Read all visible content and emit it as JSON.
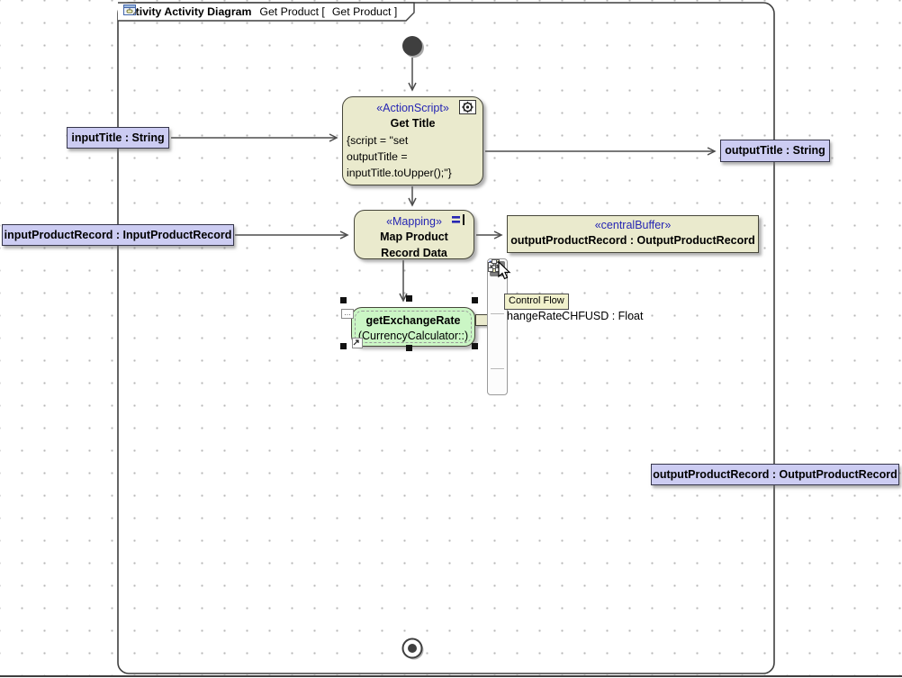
{
  "frame": {
    "kind_label": "activity Activity Diagram",
    "name_part": "Get Product [",
    "ref_part": "Get Product ]",
    "header_icon": "activity-diagram-icon"
  },
  "nodes": {
    "initial": {
      "name": "initial-node"
    },
    "final": {
      "name": "activity-final-node"
    },
    "get_title": {
      "stereotype": "«ActionScript»",
      "name": "Get Title",
      "script": "{script = \"set\noutputTitle =\ninputTitle.toUpper();\"}",
      "corner_icon": "gear-icon"
    },
    "map_product": {
      "stereotype": "«Mapping»",
      "name": "Map Product\nRecord Data",
      "corner_icon": "mapping-icon"
    },
    "central_buffer": {
      "stereotype": "«centralBuffer»",
      "name": "outputProductRecord : OutputProductRecord"
    },
    "get_exchange_rate": {
      "name": "getExchangeRate",
      "qualifier": "(CurrencyCalculator::)",
      "selected": true
    },
    "input_title": {
      "label": "inputTitle : String"
    },
    "output_title": {
      "label": "outputTitle : String"
    },
    "input_product_record": {
      "label": "inputProductRecord : InputProductRecord"
    },
    "output_product_record": {
      "label": "outputProductRecord : OutputProductRecord"
    }
  },
  "overlay": {
    "tooltip": "Control Flow",
    "pin_label_partial": "hangeRateCHFUSD : Float",
    "cursor": "mouse-pointer"
  },
  "toolbar": {
    "items": [
      {
        "name": "control-flow",
        "selected": true
      },
      {
        "name": "object-flow",
        "selected": false
      },
      {
        "name": "note-anchor",
        "selected": false
      },
      {
        "name": "input-pin",
        "selected": false
      },
      {
        "name": "output-pin",
        "selected": false
      },
      {
        "name": "value-pin",
        "selected": false
      },
      {
        "name": "structured-activity-node",
        "selected": false
      }
    ]
  },
  "colors": {
    "action_fill": "#eaeacd",
    "action_border": "#46463a",
    "param_fill": "#ccccf2",
    "param_border": "#35354a",
    "selected_fill": "#cbf6c5",
    "stereotype_color": "#2626b4",
    "edge_color": "#4d4d4d",
    "tooltip_bg": "#f1f1cc",
    "tooltip_border": "#4d4d4d",
    "toolbar_bg": "#fcfcfc",
    "toolbar_border": "#9a9a9a",
    "grid_dot": "#b8b8b8"
  }
}
